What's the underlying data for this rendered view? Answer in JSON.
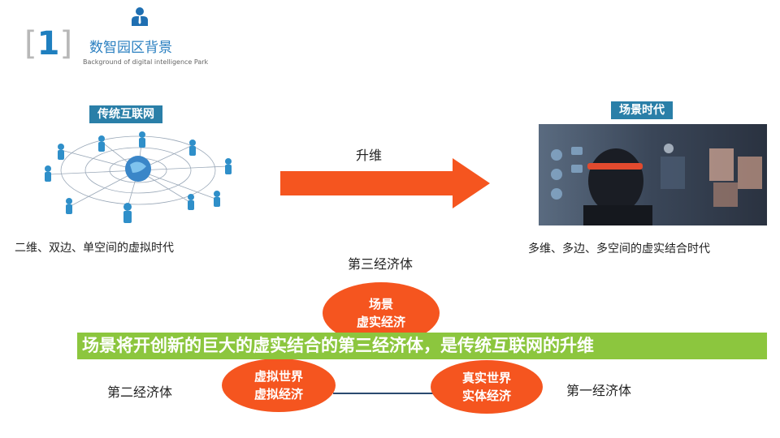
{
  "header": {
    "number": "1",
    "title": "数智园区背景",
    "subtitle": "Background of digital intelligence Park"
  },
  "left_panel": {
    "label": "传统互联网",
    "caption": "二维、双边、单空间的虚拟时代"
  },
  "right_panel": {
    "label": "场景时代",
    "caption": "多维、多边、多空间的虚实结合时代"
  },
  "arrow": {
    "label": "升维"
  },
  "economies": {
    "third_label": "第三经济体",
    "second_label": "第二经济体",
    "first_label": "第一经济体",
    "top_oval": {
      "line1": "场景",
      "line2": "虚实经济"
    },
    "left_oval": {
      "line1": "虚拟世界",
      "line2": "虚拟经济"
    },
    "right_oval": {
      "line1": "真实世界",
      "line2": "实体经济"
    }
  },
  "banner": {
    "text": "场景将开创新的巨大的虚实结合的第三经济体，是传统互联网的升维"
  },
  "colors": {
    "accent_blue": "#2a7fa8",
    "arrow_orange": "#f5551f",
    "banner_green": "#8cc63e"
  },
  "icons": [
    "person-icon",
    "network-illustration",
    "vr-headset-photo"
  ]
}
